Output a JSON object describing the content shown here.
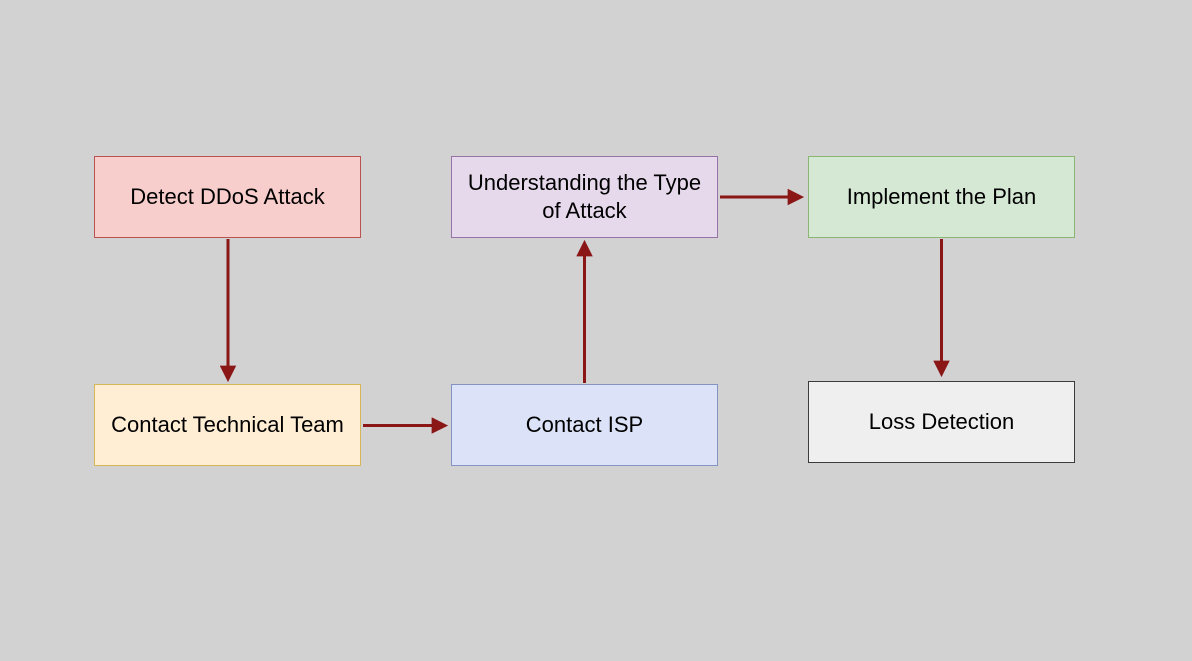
{
  "diagram": {
    "background_color": "#d2d2d2",
    "text_color": "#000000",
    "arrow_color": "#8b1616",
    "nodes": [
      {
        "id": "detect-ddos-attack",
        "label": "Detect DDoS Attack",
        "fill": "#f8cecc",
        "stroke": "#b85450"
      },
      {
        "id": "understanding-type-of-attack",
        "label": "Understanding the Type of Attack",
        "fill": "#e6d9ec",
        "stroke": "#9673a6"
      },
      {
        "id": "implement-the-plan",
        "label": "Implement the Plan",
        "fill": "#d5e8d4",
        "stroke": "#8ab573"
      },
      {
        "id": "contact-technical-team",
        "label": "Contact Technical Team",
        "fill": "#ffeed4",
        "stroke": "#d6b656"
      },
      {
        "id": "contact-isp",
        "label": "Contact ISP",
        "fill": "#dce3f8",
        "stroke": "#8492c4"
      },
      {
        "id": "loss-detection",
        "label": "Loss Detection",
        "fill": "#efefef",
        "stroke": "#3b3b3b"
      }
    ],
    "edges": [
      {
        "from": "Detect DDoS Attack",
        "to": "Contact Technical Team",
        "direction": "down"
      },
      {
        "from": "Contact Technical Team",
        "to": "Contact ISP",
        "direction": "right"
      },
      {
        "from": "Contact ISP",
        "to": "Understanding the Type of Attack",
        "direction": "up"
      },
      {
        "from": "Understanding the Type of Attack",
        "to": "Implement the Plan",
        "direction": "right"
      },
      {
        "from": "Implement the Plan",
        "to": "Loss Detection",
        "direction": "down"
      }
    ]
  }
}
